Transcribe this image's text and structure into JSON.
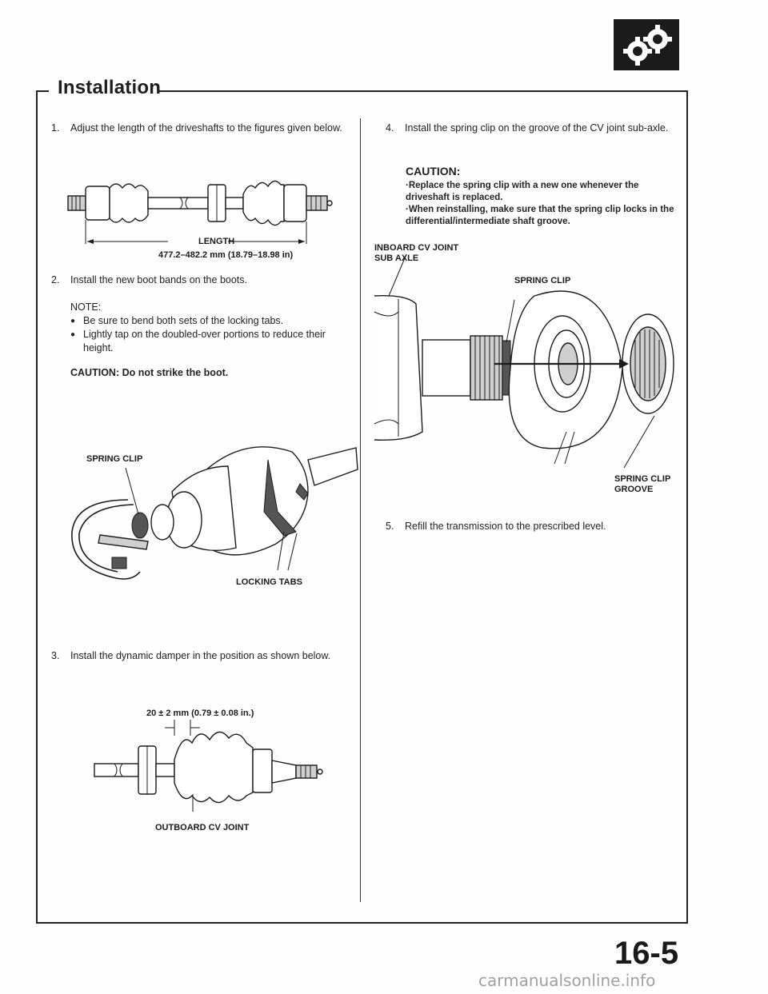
{
  "header": {
    "section_title": "Installation",
    "page_number": "16-5",
    "watermark": "carmanualsonline.info",
    "logo_icon": "gears-icon"
  },
  "steps": {
    "s1": {
      "number": "1.",
      "text": "Adjust the length of the driveshafts to the figures given below."
    },
    "s2": {
      "number": "2.",
      "text": "Install the new boot bands on the boots."
    },
    "s3": {
      "number": "3.",
      "text": "Install the dynamic damper in the position as shown below."
    },
    "s4": {
      "number": "4.",
      "text": "Install the spring clip on the groove of the CV joint sub-axle."
    },
    "s5": {
      "number": "5.",
      "text": "Refill the transmission to the prescribed level."
    }
  },
  "fig1": {
    "length_label": "LENGTH",
    "length_value": "477.2–482.2 mm (18.79–18.98 in)"
  },
  "note2": {
    "heading": "NOTE:",
    "bullets": [
      "Be sure to bend both sets of the locking tabs.",
      "Lightly tap on the doubled-over portions to reduce their height."
    ],
    "caution": "CAUTION:  Do not strike the boot."
  },
  "fig2": {
    "spring_clip": "SPRING CLIP",
    "locking_tabs": "LOCKING TABS"
  },
  "fig3": {
    "dimension": "20 ± 2 mm (0.79 ± 0.08 in.)",
    "outboard": "OUTBOARD CV JOINT"
  },
  "caution4": {
    "heading": "CAUTION:",
    "line1": "·Replace the spring clip with a new one whenever the driveshaft is replaced.",
    "line2": "·When reinstalling, make sure that the spring clip locks in the differential/intermediate shaft groove."
  },
  "fig4": {
    "inboard_line1": "INBOARD CV JOINT",
    "inboard_line2": "SUB AXLE",
    "spring_clip": "SPRING CLIP",
    "groove_line1": "SPRING CLIP",
    "groove_line2": "GROOVE"
  }
}
